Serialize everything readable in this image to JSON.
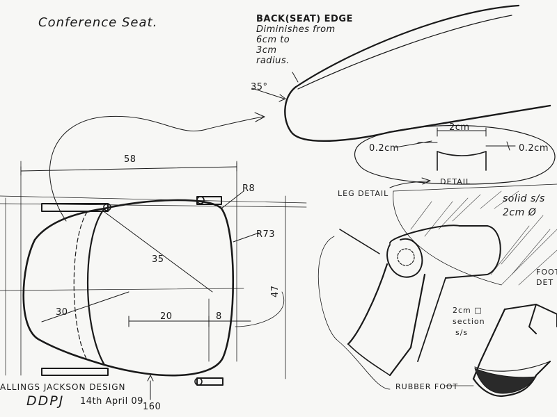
{
  "title": "Conference Seat.",
  "edge_note": {
    "heading": "BACK(SEAT) EDGE",
    "lines": [
      "Diminishes from",
      "6cm to",
      "3cm",
      "radius."
    ]
  },
  "angle_label": "35°",
  "detail": {
    "width_label": "2cm",
    "left_label": "0.2cm",
    "right_label": "0.2cm",
    "caption": "DETAIL"
  },
  "plan_dims": {
    "width": "58",
    "corner_radius": "R8",
    "side_radius": "R73",
    "depth": "47",
    "diag": "35",
    "front": "30",
    "inner_width": "20",
    "inner_offset": "8",
    "bottom": "160"
  },
  "leg_detail": {
    "title": "LEG DETAIL",
    "solid_note_1": "solid s/s",
    "solid_note_2": "2cm Ø",
    "section_note_1": "2cm □",
    "section_note_2": "section",
    "section_note_3": "s/s",
    "rubber_foot": "RUBBER FOOT",
    "foot_note_1": "FOOT",
    "foot_note_2": "DET"
  },
  "credit": {
    "studio": "ALLINGS JACKSON DESIGN",
    "initials": "DDPJ",
    "date": "14th April 09"
  }
}
